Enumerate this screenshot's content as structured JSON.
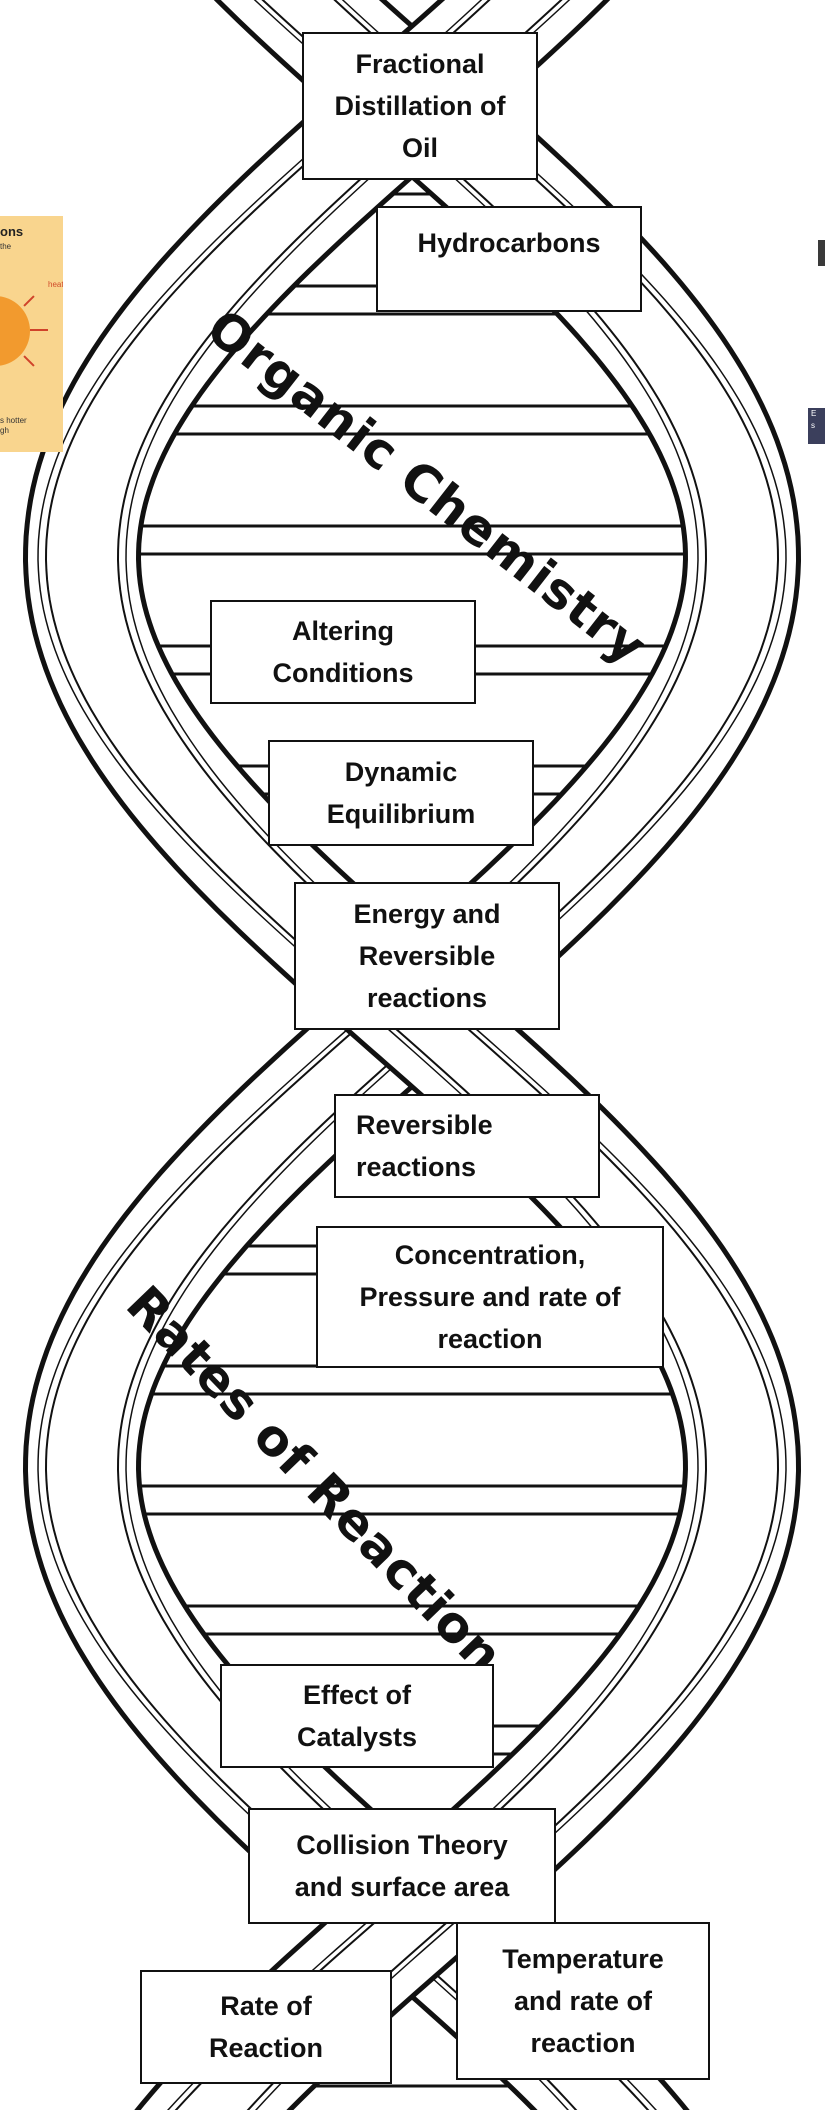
{
  "strand_labels": {
    "upper": "Organic Chemistry",
    "lower": "Rates of Reaction"
  },
  "topics": [
    {
      "id": "fractional-distillation",
      "text": "Fractional\nDistillation of\nOil"
    },
    {
      "id": "hydrocarbons",
      "text": "Hydrocarbons"
    },
    {
      "id": "altering-conditions",
      "text": "Altering\nConditions"
    },
    {
      "id": "dynamic-equilibrium",
      "text": "Dynamic\nEquilibrium"
    },
    {
      "id": "energy-reversible",
      "text": "Energy and\nReversible\nreactions"
    },
    {
      "id": "reversible-reactions",
      "text": "Reversible\nreactions"
    },
    {
      "id": "concentration-pressure",
      "text": "Concentration,\nPressure and rate of\nreaction"
    },
    {
      "id": "effect-of-catalysts",
      "text": "Effect of\nCatalysts"
    },
    {
      "id": "collision-theory",
      "text": "Collision Theory\nand surface area"
    },
    {
      "id": "temperature-rate",
      "text": "Temperature\nand rate of\nreaction"
    },
    {
      "id": "rate-of-reaction",
      "text": "Rate of\nReaction"
    }
  ],
  "edge_thumbnail_left": {
    "title": "ons",
    "line1": "the",
    "red_label": "heat",
    "line2": "s hotter",
    "line3": "gh"
  },
  "edge_thumbnail_right": {
    "text": "E\ns"
  },
  "colors": {
    "ink": "#111111",
    "paper": "#ffffff",
    "thumbnail_bg": "#f9d58e",
    "thumbnail_sun": "#f29a2e"
  }
}
